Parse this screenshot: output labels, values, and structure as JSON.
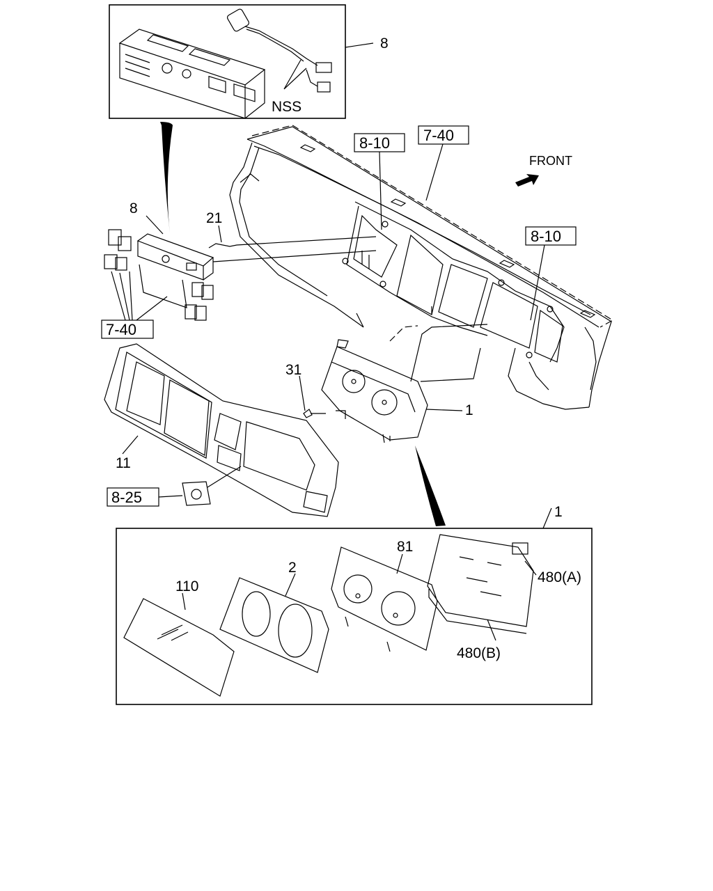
{
  "labels": {
    "top_box_callout": "8",
    "nss": "NSS",
    "ref_8_10_a": "8-10",
    "ref_7_40_a": "7-40",
    "front": "FRONT",
    "ref_8_10_b": "8-10",
    "part_8": "8",
    "part_21": "21",
    "ref_7_40_b": "7-40",
    "part_31": "31",
    "part_1": "1",
    "part_11": "11",
    "ref_8_25": "8-25",
    "detail_1": "1",
    "part_110": "110",
    "part_2": "2",
    "part_81": "81",
    "part_480a": "480(A)",
    "part_480b": "480(B)"
  }
}
